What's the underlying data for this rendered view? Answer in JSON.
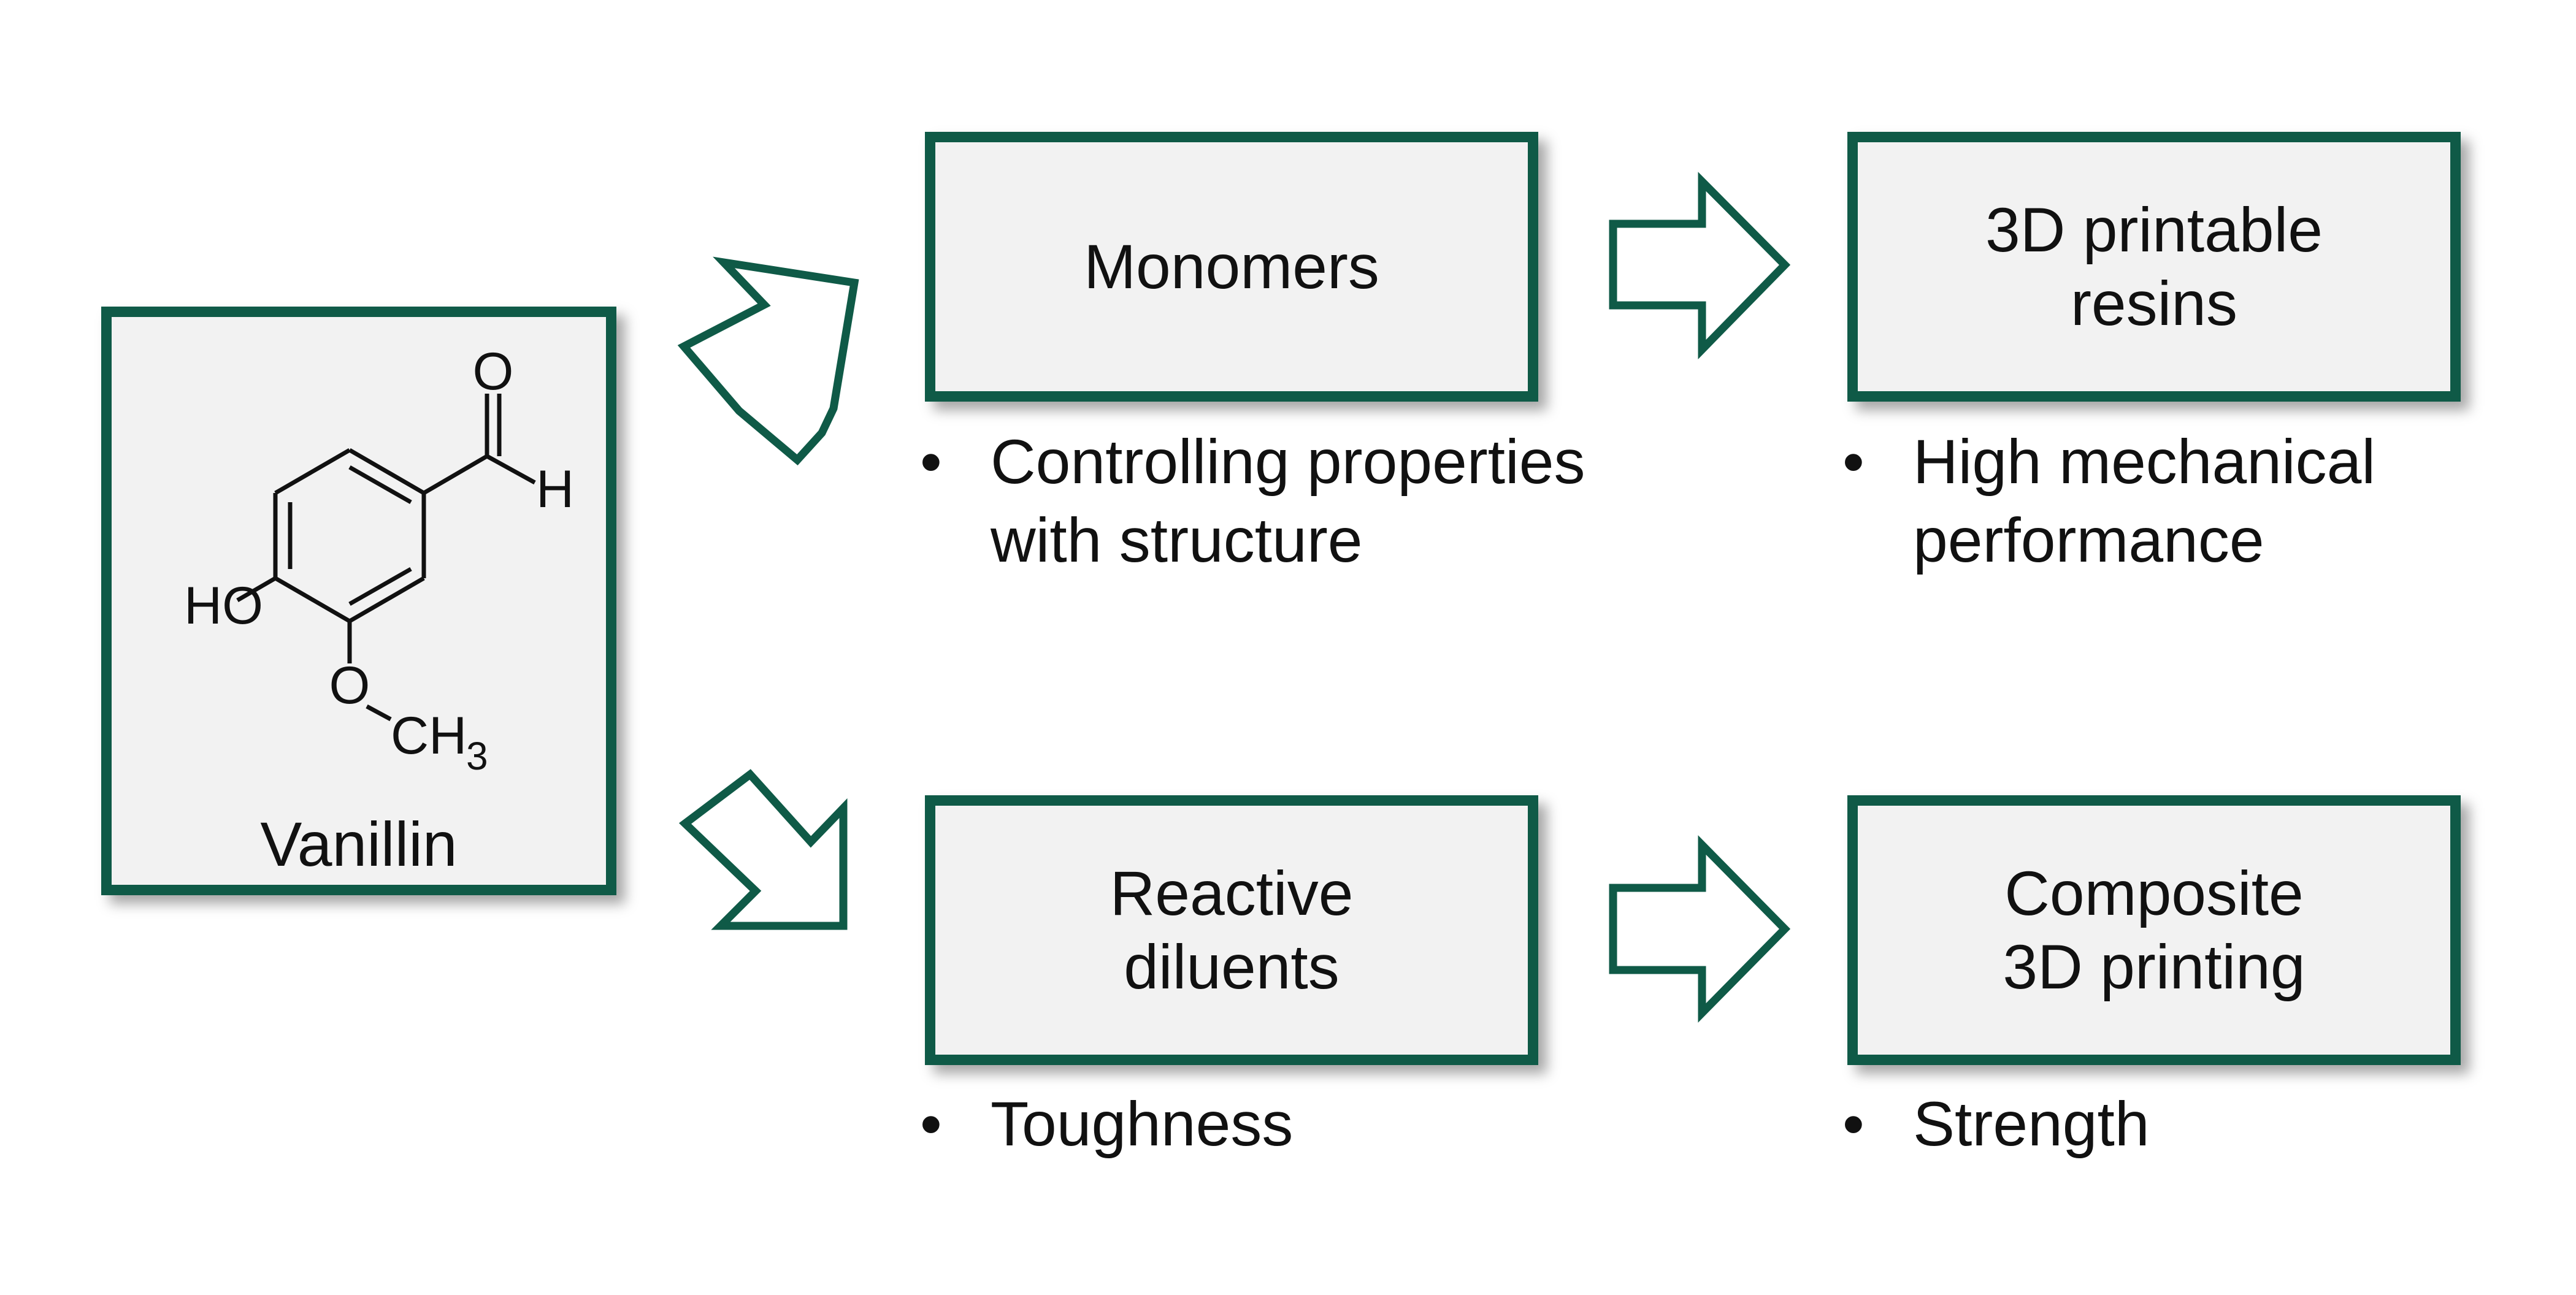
{
  "colors": {
    "border": "#0f5a47",
    "box_fill": "#f2f2f2",
    "text": "#111111"
  },
  "vanillin": {
    "name": "Vanillin",
    "atoms": {
      "carbonyl_o": "O",
      "aldehyde_h": "H",
      "hydroxyl": "HO",
      "ether_o": "O",
      "methyl": "CH",
      "methyl_sub": "3"
    }
  },
  "boxes": {
    "monomers": "Monomers",
    "resins": "3D printable\nresins",
    "diluents": "Reactive\ndiluents",
    "composite": "Composite\n3D printing"
  },
  "bullets": {
    "symbol": "•",
    "monomers": "Controlling properties\nwith structure",
    "resins": "High mechanical\nperformance",
    "diluents": "Toughness",
    "composite": "Strength"
  },
  "icons": {
    "arrow_up_right": "outlined-arrow-up-right-icon",
    "arrow_down_right": "outlined-arrow-down-right-icon",
    "arrow_right": "outlined-arrow-right-icon"
  }
}
